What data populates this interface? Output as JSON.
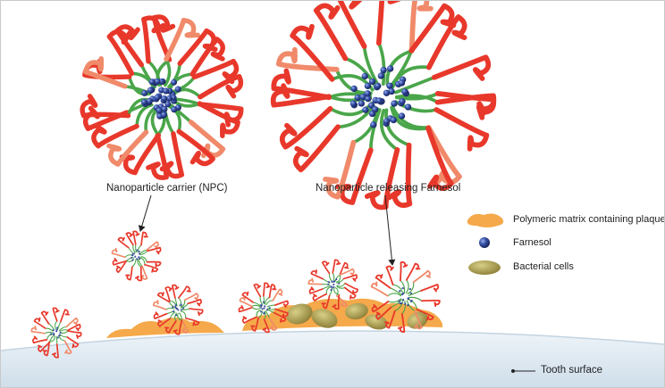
{
  "labels": {
    "npc": "Nanoparticle carrier (NPC)",
    "releasing": "Nanoparticle releasing Farnesol",
    "tooth": "Tooth surface"
  },
  "legend": {
    "items": [
      {
        "id": "matrix",
        "label": "Polymeric matrix containing plaque",
        "icon": "orange-blob-icon",
        "color": "#f5a94a"
      },
      {
        "id": "farnesol",
        "label": "Farnesol",
        "icon": "blue-sphere-icon",
        "color": "#2a3f8c"
      },
      {
        "id": "bacteria",
        "label": "Bacterial cells",
        "icon": "olive-ellipse-icon",
        "color": "#a89a4a"
      }
    ]
  },
  "colors": {
    "shell": "#e8382b",
    "shell_light": "#f08a6a",
    "core_chain": "#4aa64a",
    "farnesol": "#2a3f8c",
    "tooth_fill": "#dde9f3",
    "plaque": "#f5a94a",
    "bacteria": "#a89a4a"
  }
}
